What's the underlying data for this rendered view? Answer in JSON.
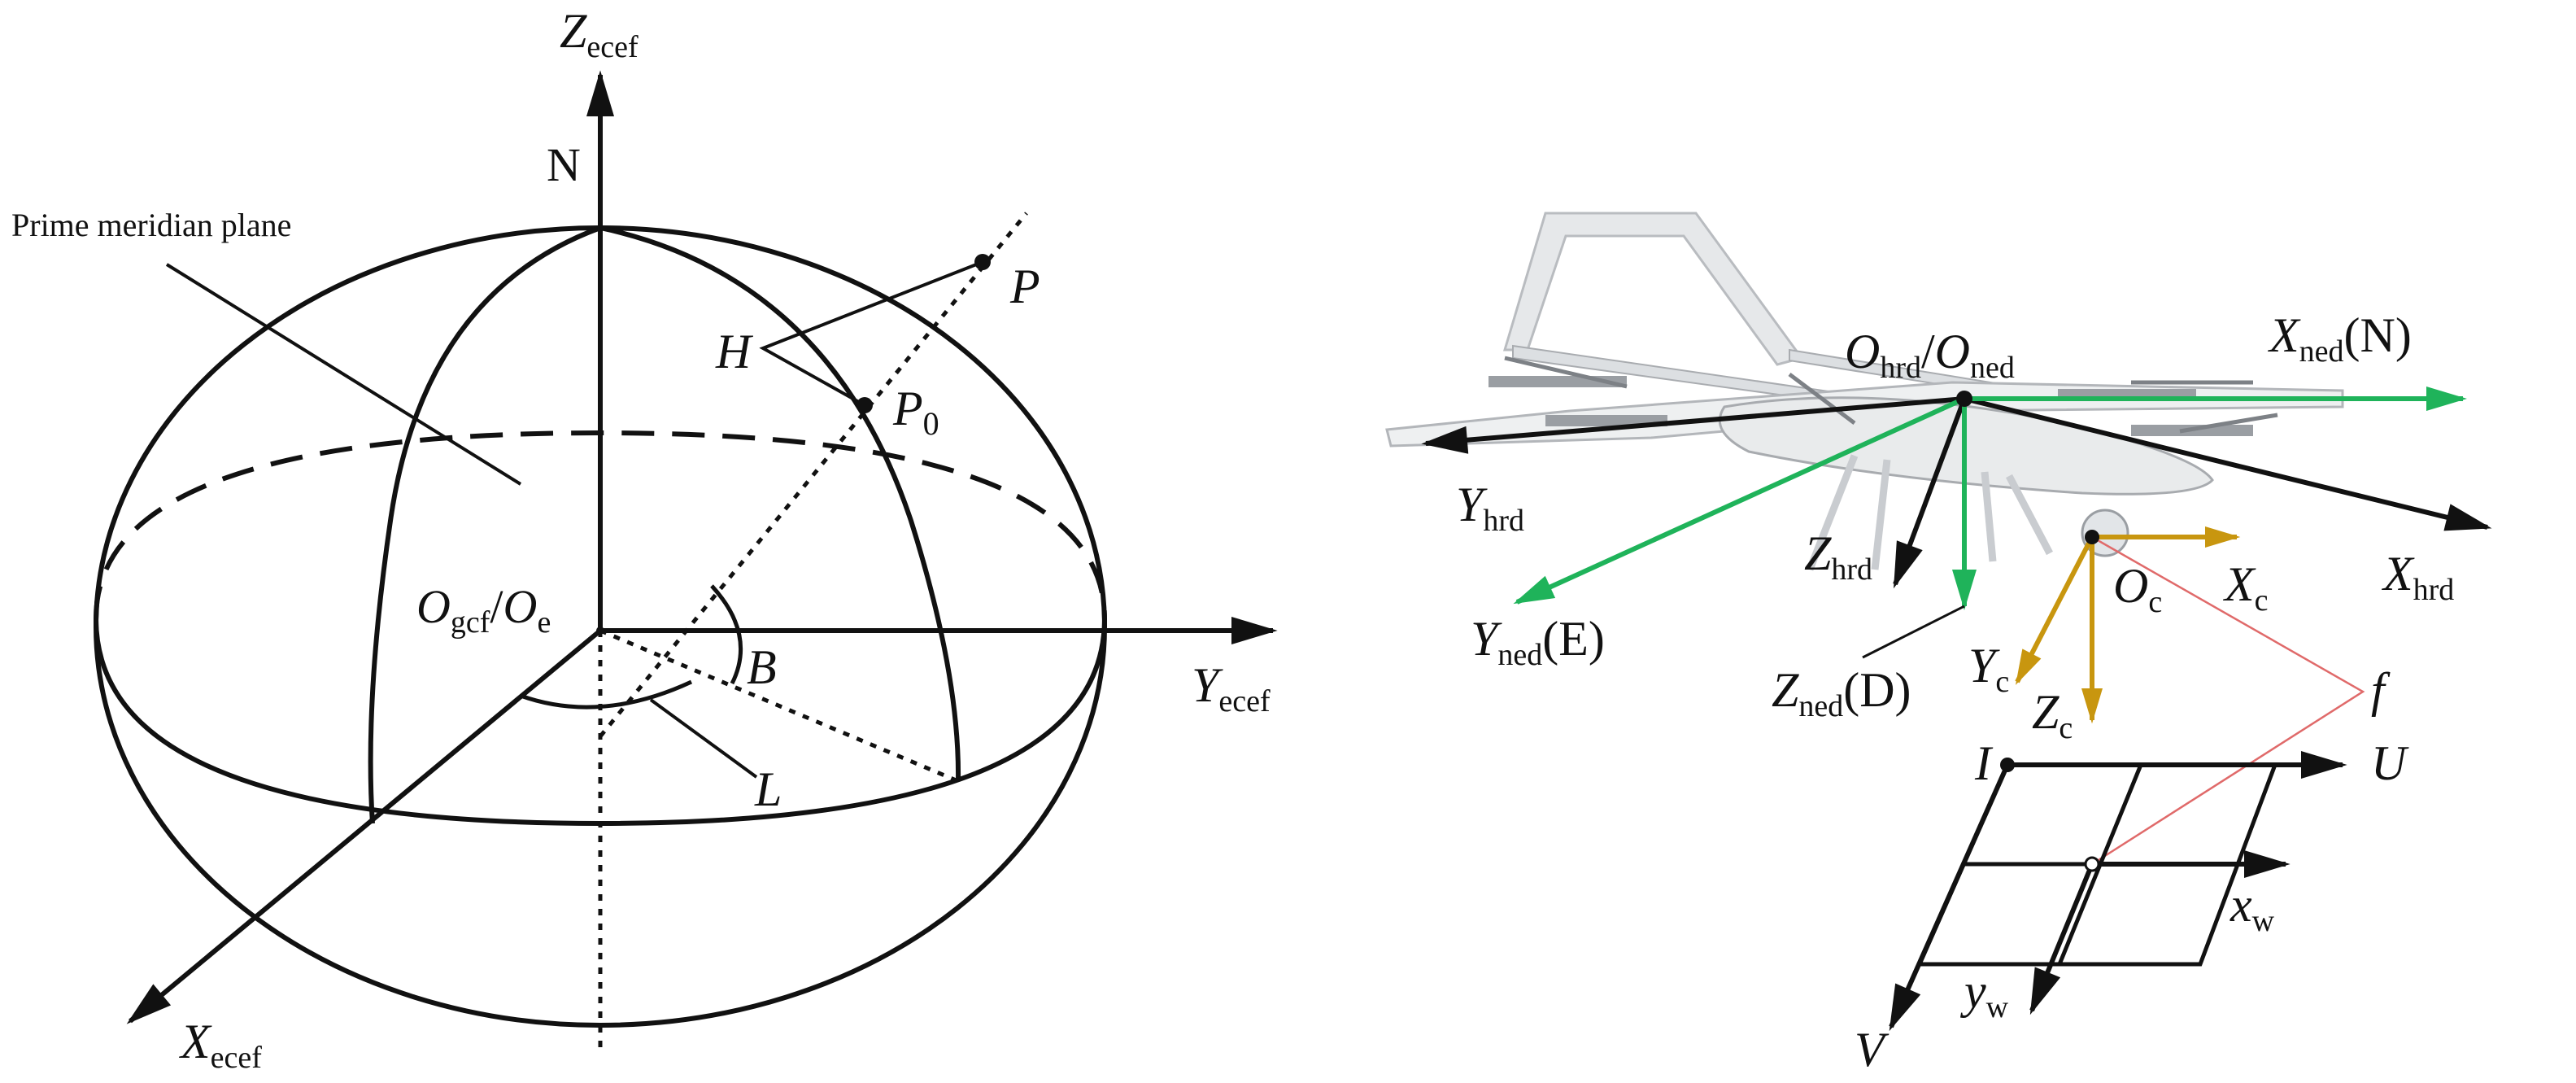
{
  "left_diagram": {
    "axis_z": {
      "main": "Z",
      "sub": "ecef"
    },
    "axis_y": {
      "main": "Y",
      "sub": "ecef"
    },
    "axis_x": {
      "main": "X",
      "sub": "ecef"
    },
    "north": "N",
    "plane_label": "Prime meridian plane",
    "origin": {
      "a": "O",
      "a_sub": "gcf",
      "sep": "/",
      "b": "O",
      "b_sub": "e"
    },
    "point_p": "P",
    "point_p0": {
      "main": "P",
      "sub": "0"
    },
    "height": "H",
    "latitude": "B",
    "longitude": "L"
  },
  "right_diagram": {
    "origin_hrd_ned": {
      "a": "O",
      "a_sub": "hrd",
      "sep": "/",
      "b": "O",
      "b_sub": "ned"
    },
    "x_ned": {
      "main": "X",
      "sub": "ned",
      "suffix": "(N)"
    },
    "y_ned": {
      "main": "Y",
      "sub": "ned",
      "suffix": "(E)"
    },
    "z_ned": {
      "main": "Z",
      "sub": "ned",
      "suffix": "(D)"
    },
    "x_hrd": {
      "main": "X",
      "sub": "hrd"
    },
    "y_hrd": {
      "main": "Y",
      "sub": "hrd"
    },
    "z_hrd": {
      "main": "Z",
      "sub": "hrd"
    },
    "camera_origin": {
      "main": "O",
      "sub": "c"
    },
    "x_c": {
      "main": "X",
      "sub": "c"
    },
    "y_c": {
      "main": "Y",
      "sub": "c"
    },
    "z_c": {
      "main": "Z",
      "sub": "c"
    },
    "focal": "f",
    "image_origin": "I",
    "u_axis": "U",
    "v_axis": "V",
    "x_w": {
      "main": "x",
      "sub": "w"
    },
    "y_w": {
      "main": "y",
      "sub": "w"
    }
  },
  "colors": {
    "ned_axes": "#1fb35a",
    "camera_axes": "#c8960f",
    "black_axes": "#111111",
    "focal_ray": "#e06a6a",
    "drone_body": "#eceeef"
  }
}
